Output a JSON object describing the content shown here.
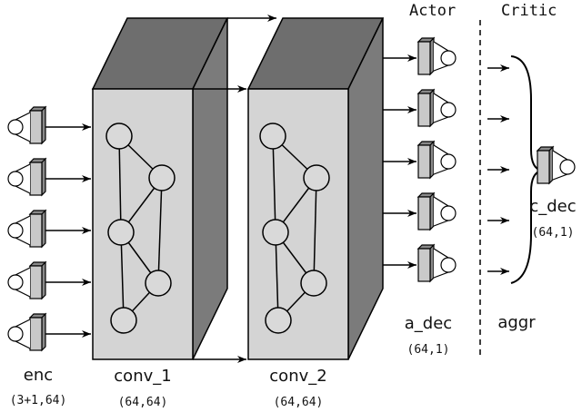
{
  "labels": {
    "actor": "Actor",
    "critic": "Critic",
    "enc": "enc",
    "enc_dims": "(3+1,64)",
    "conv1": "conv_1",
    "conv1_dims": "(64,64)",
    "conv2": "conv_2",
    "conv2_dims": "(64,64)",
    "a_dec": "a_dec",
    "a_dec_dims": "(64,1)",
    "aggr": "aggr",
    "c_dec": "c_dec",
    "c_dec_dims": "(64,1)"
  },
  "colors": {
    "block_front": "#d4d4d4",
    "block_top": "#6e6e6e",
    "block_side": "#7b7b7b",
    "node_fill": "#d9d9d9",
    "unit_front": "#c9c9c9",
    "unit_side": "#8a8a8a",
    "stroke": "#000000"
  },
  "counts": {
    "encoders": 5,
    "actor_decoders": 5
  }
}
